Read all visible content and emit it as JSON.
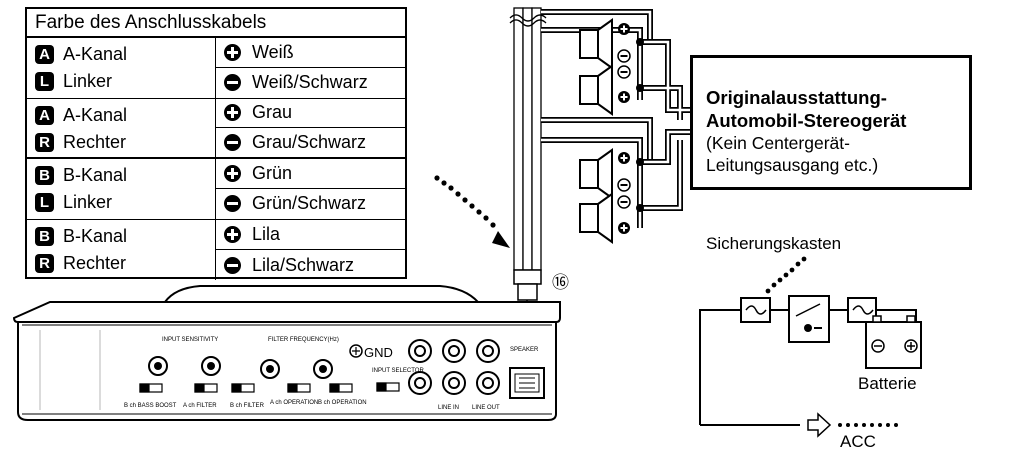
{
  "table": {
    "title": "Farbe des Anschlusskabels",
    "groups": [
      {
        "badge1": "A",
        "line1": "A-Kanal",
        "badge2": "L",
        "line2": "Linker",
        "plus": "Weiß",
        "minus": "Weiß/Schwarz"
      },
      {
        "badge1": "A",
        "line1": "A-Kanal",
        "badge2": "R",
        "line2": "Rechter",
        "plus": "Grau",
        "minus": "Grau/Schwarz"
      },
      {
        "badge1": "B",
        "line1": "B-Kanal",
        "badge2": "L",
        "line2": "Linker",
        "plus": "Grün",
        "minus": "Grün/Schwarz"
      },
      {
        "badge1": "B",
        "line1": "B-Kanal",
        "badge2": "R",
        "line2": "Rechter",
        "plus": "Lila",
        "minus": "Lila/Schwarz"
      }
    ]
  },
  "stereo_box": {
    "title_line1": "Originalausstattung-",
    "title_line2": "Automobil-Stereogerät",
    "sub_line1": "(Kein Centergerät-",
    "sub_line2": "Leitungsausgang etc.)"
  },
  "labels": {
    "fuse_box": "Sicherungskasten",
    "battery": "Batterie",
    "acc": "ACC",
    "connector_number": "⑯",
    "gnd": "GND"
  },
  "amp_labels": {
    "input_sensitivity": "INPUT SENSITIVITY",
    "filter_frequency": "FILTER FREQUENCY(Hz)",
    "bass_boost": "B ch BASS BOOST",
    "a_filter": "A ch FILTER",
    "b_filter": "B ch FILTER",
    "a_operation": "A ch OPERATION",
    "b_operation": "B ch OPERATION",
    "input_selector": "INPUT SELECTOR",
    "line_in": "LINE IN",
    "line_out": "LINE OUT",
    "speaker": "SPEAKER"
  }
}
